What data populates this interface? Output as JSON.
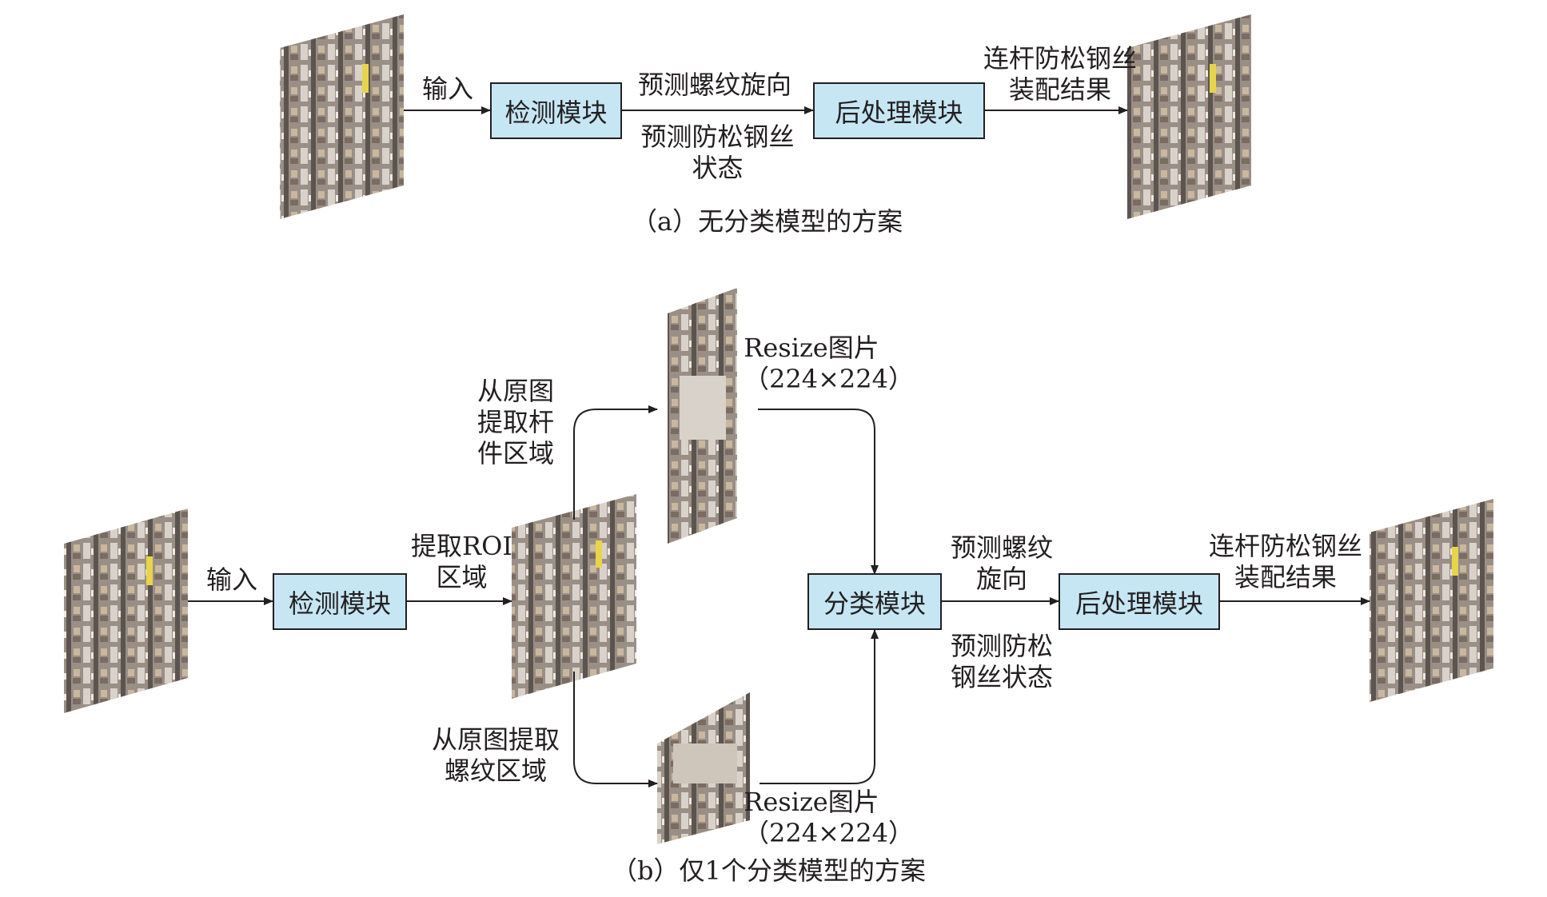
{
  "panel_a": {
    "input_label": "输入",
    "detect_module": "检测模块",
    "pred_thread": "预测螺纹旋向",
    "pred_wire": "预测防松钢丝\n状态",
    "post_module": "后处理模块",
    "result": "连杆防松钢丝\n装配结果",
    "caption": "（a）无分类模型的方案"
  },
  "panel_b": {
    "input_label": "输入",
    "detect_module": "检测模块",
    "extract_roi": "提取ROI\n区域",
    "extract_rod": "从原图\n提取杆\n件区域",
    "extract_thread": "从原图提取\n螺纹区域",
    "resize_top": "Resize图片\n（224×224）",
    "resize_bottom": "Resize图片\n（224×224）",
    "classify_module": "分类模块",
    "pred_thread": "预测螺纹\n旋向",
    "pred_wire": "预测防松\n钢丝状态",
    "post_module": "后处理模块",
    "result": "连杆防松钢丝\n装配结果",
    "caption": "（b）仅1个分类模型的方案"
  },
  "colors": {
    "module_fill": "#c6e6f4",
    "line": "#231f20"
  }
}
